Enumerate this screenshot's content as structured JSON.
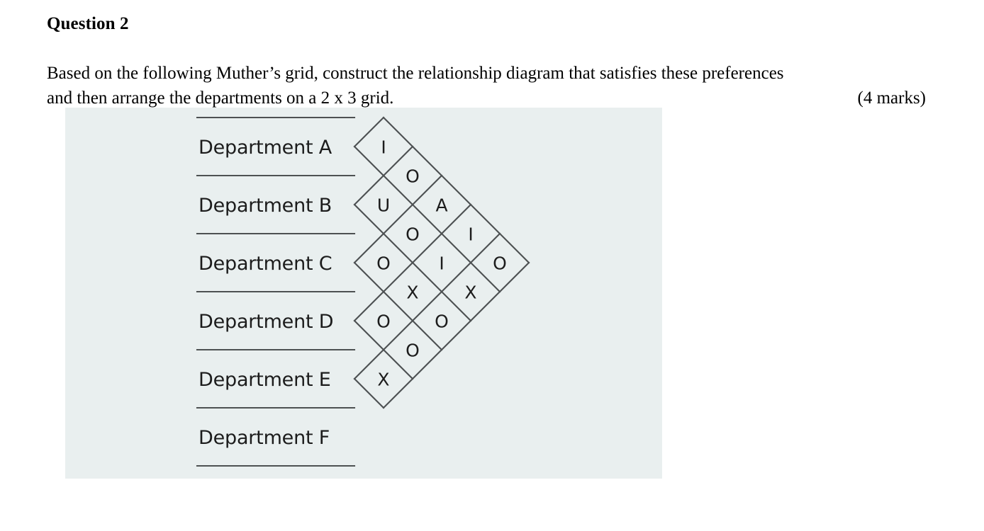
{
  "question": {
    "title": "Question 2",
    "body_line_1": "Based on the following Muther’s grid, construct the relationship diagram that satisfies these preferences",
    "body_line_2": "and then arrange the departments on a 2 x 3 grid.",
    "marks": "(4 marks)"
  },
  "figure": {
    "background_color": "#e9efef",
    "line_color": "#4d5152",
    "departments": [
      "Department A",
      "Department B",
      "Department C",
      "Department D",
      "Department E",
      "Department F"
    ],
    "relationships": {
      "A": {
        "B": "I",
        "C": "O",
        "D": "A",
        "E": "I",
        "F": "O"
      },
      "B": {
        "C": "U",
        "D": "O",
        "E": "I",
        "F": "X"
      },
      "C": {
        "D": "O",
        "E": "X",
        "F": "O"
      },
      "D": {
        "E": "O",
        "F": "O"
      },
      "E": {
        "F": "X"
      }
    },
    "columns": [
      {
        "pairs": [
          "A-B",
          "B-C",
          "C-D",
          "D-E",
          "E-F"
        ],
        "codes": [
          "I",
          "U",
          "O",
          "O",
          "X"
        ]
      },
      {
        "pairs": [
          "A-C",
          "B-D",
          "C-E",
          "D-F"
        ],
        "codes": [
          "O",
          "O",
          "X",
          "O"
        ]
      },
      {
        "pairs": [
          "A-D",
          "B-E",
          "C-F"
        ],
        "codes": [
          "A",
          "I",
          "O"
        ]
      },
      {
        "pairs": [
          "A-E",
          "B-F"
        ],
        "codes": [
          "I",
          "X"
        ]
      },
      {
        "pairs": [
          "A-F"
        ],
        "codes": [
          "O"
        ]
      }
    ]
  }
}
